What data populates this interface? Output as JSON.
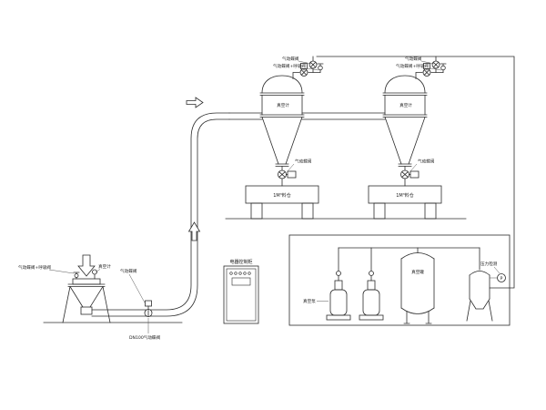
{
  "colors": {
    "line": "#2b2b2b",
    "background": "#ffffff",
    "label_text": "#1a1a1a"
  },
  "labels": {
    "cy1_valve_top": "气动蝶阀",
    "cy1_valve_breather": "气动蝶阀+呼吸阀",
    "cy1_vacuum_gauge": "真空计",
    "cy1_valve_bottom": "气动蝶阀",
    "cy1_bin": "1M³料仓",
    "cy2_valve_top": "气动蝶阀",
    "cy2_valve_breather": "气动蝶阀+呼吸阀",
    "cy2_vacuum_gauge": "真空计",
    "cy2_valve_bottom": "气动蝶阀",
    "cy2_bin": "1M³料仓",
    "feed_valve_breather": "气动蝶阀+呼吸阀",
    "feed_vacuum_gauge": "真空计",
    "feed_valve": "气动蝶阀",
    "feed_dn100_valve": "DN100气动蝶阀",
    "control_cabinet": "电器控制柜",
    "vacuum_pump": "真空泵",
    "vacuum_tank": "真空罐",
    "pressure_detect": "压力检测",
    "gauge_letter": "P"
  }
}
